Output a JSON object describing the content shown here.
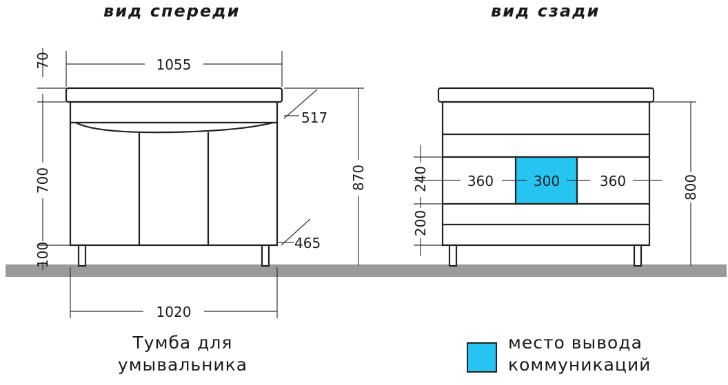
{
  "titles": {
    "front": "вид спереди",
    "back": "вид сзади"
  },
  "front": {
    "top_height": "70",
    "width_top": "1055",
    "depth_top": "517",
    "door_height": "700",
    "leg_height": "100",
    "total_height": "870",
    "depth_bottom": "465",
    "width_bottom": "1020"
  },
  "back": {
    "gap_upper": "240",
    "gap_lower": "200",
    "left_width": "360",
    "center_width": "300",
    "right_width": "360",
    "total_height": "800"
  },
  "caption": {
    "line1": "Тумба для",
    "line2": "умывальника"
  },
  "legend": {
    "line1": "место вывода",
    "line2": "коммуникаций"
  },
  "colors": {
    "communications": "#26c4f0",
    "floor": "#9a9a9a",
    "line": "#222222"
  }
}
